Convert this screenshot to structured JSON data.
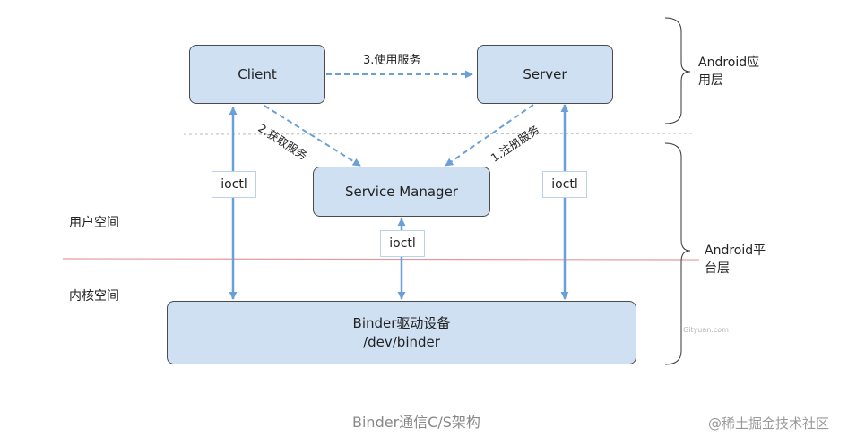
{
  "boxes": {
    "client": "Client",
    "server": "Server",
    "service_manager": "Service Manager",
    "binder_line1": "Binder驱动设备",
    "binder_line2": "/dev/binder"
  },
  "ioctl": {
    "left": "ioctl",
    "middle": "ioctl",
    "right": "ioctl"
  },
  "flows": {
    "use_service": "3.使用服务",
    "get_service": "2.获取服务",
    "register_service": "1.注册服务"
  },
  "regions": {
    "user_space": "用户空间",
    "kernel_space": "内核空间"
  },
  "layers": {
    "app_layer_line1": "Android应",
    "app_layer_line2": "用层",
    "platform_layer_line1": "Android平",
    "platform_layer_line2": "台层"
  },
  "caption": "Binder通信C/S架构",
  "small_mark": "Gityuan.com",
  "watermark": "@稀土掘金技术社区",
  "colors": {
    "box_fill": "#cfe0f3",
    "arrow_blue": "#6a9fd8",
    "boundary_red": "#e39a9a",
    "dashed_divider": "#bbbbbb"
  }
}
